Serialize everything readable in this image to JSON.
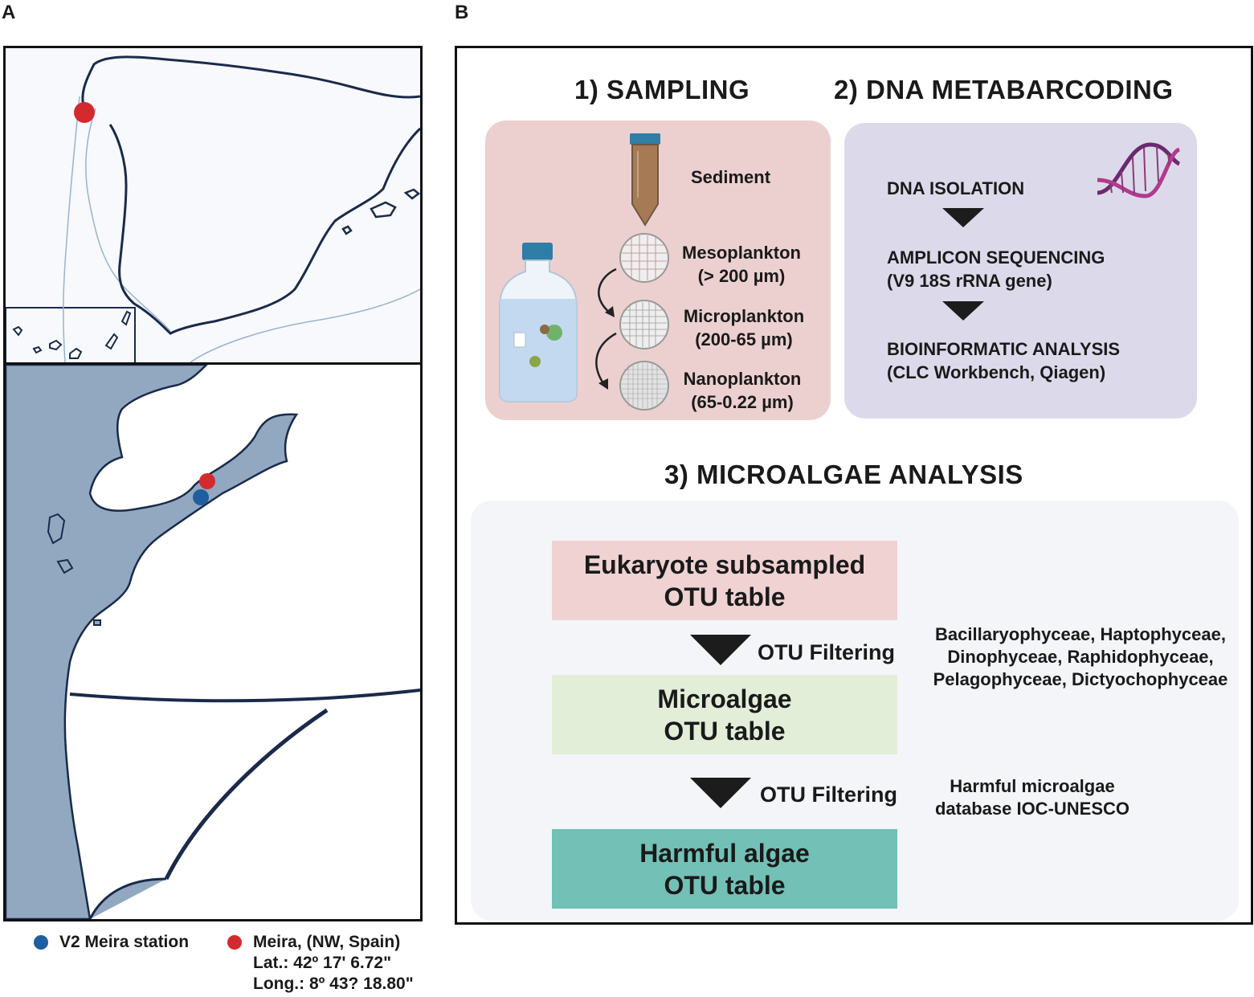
{
  "panels": {
    "a": "A",
    "b": "B"
  },
  "legend": {
    "station": "V2 Meira station",
    "site": "Meira, (NW, Spain)",
    "lat": "Lat.: 42º 17' 6.72\"",
    "long": "Long.: 8º 43? 18.80\""
  },
  "sampling": {
    "title": "1) SAMPLING",
    "sediment": "Sediment",
    "meso": "Mesoplankton",
    "meso_size": "(> 200 µm)",
    "micro": "Microplankton",
    "micro_size": "(200-65 µm)",
    "nano": "Nanoplankton",
    "nano_size": "(65-0.22 µm)"
  },
  "metabarcoding": {
    "title": "2) DNA METABARCODING",
    "step1": "DNA ISOLATION",
    "step2": "AMPLICON SEQUENCING",
    "step2_sub": "(V9 18S rRNA gene)",
    "step3": "BIOINFORMATIC ANALYSIS",
    "step3_sub": "(CLC Workbench, Qiagen)"
  },
  "analysis": {
    "title": "3) MICROALGAE ANALYSIS",
    "table1_l1": "Eukaryote subsampled",
    "table1_l2": "OTU table",
    "filter1": "OTU Filtering",
    "classes_l1": "Bacillaryophyceae, Haptophyceae,",
    "classes_l2": "Dinophyceae, Raphidophyceae,",
    "classes_l3": "Pelagophyceae, Dictyochophyceae",
    "table2_l1": "Microalgae",
    "table2_l2": "OTU table",
    "filter2": "OTU Filtering",
    "db_l1": "Harmful microalgae",
    "db_l2": "database IOC-UNESCO",
    "table3_l1": "Harmful algae",
    "table3_l2": "OTU table"
  },
  "colors": {
    "station_dot": "#1f5fa0",
    "site_dot": "#d42a2f",
    "sea": "#91a8c0",
    "sampling_box": "#ecd0d0",
    "dna_box": "#dcdaea",
    "analysis_box": "#f4f5f8",
    "table1": "#f0d2d2",
    "table2": "#e2eed8",
    "table3": "#72c0b6"
  }
}
